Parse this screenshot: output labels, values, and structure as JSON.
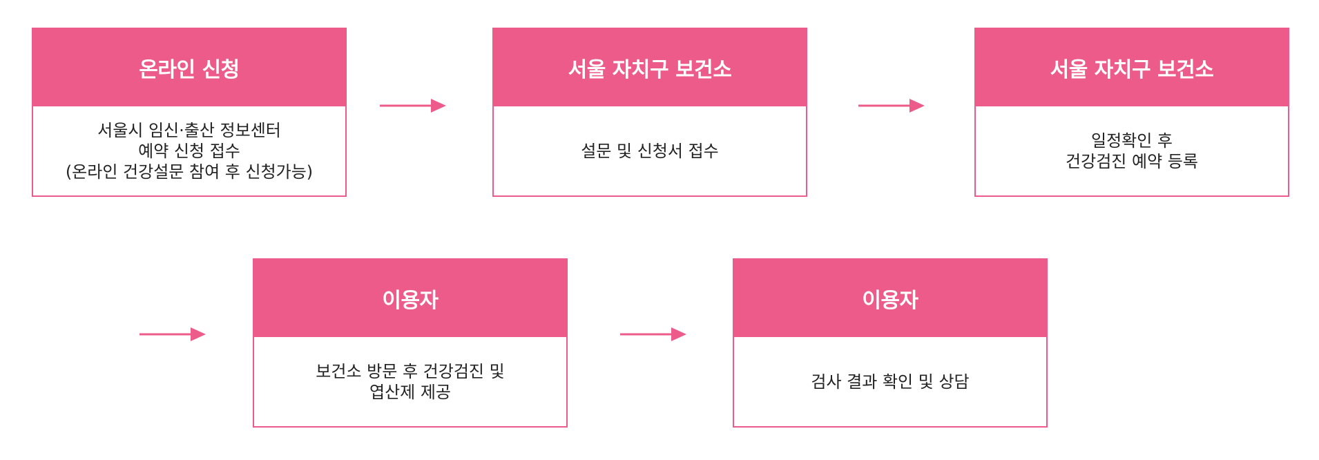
{
  "colors": {
    "accent": "#ec5b8a",
    "text": "#222222"
  },
  "steps": [
    {
      "title": "온라인 신청",
      "lines": [
        "서울시 임신·출산 정보센터",
        "예약 신청 접수",
        "(온라인 건강설문 참여 후 신청가능)"
      ]
    },
    {
      "title": "서울 자치구 보건소",
      "lines": [
        "설문 및 신청서 접수"
      ]
    },
    {
      "title": "서울 자치구 보건소",
      "lines": [
        "일정확인 후",
        "건강검진 예약 등록"
      ]
    },
    {
      "title": "이용자",
      "lines": [
        "보건소 방문 후 건강검진 및",
        "엽산제 제공"
      ]
    },
    {
      "title": "이용자",
      "lines": [
        "검사 결과 확인 및 상담"
      ]
    }
  ]
}
